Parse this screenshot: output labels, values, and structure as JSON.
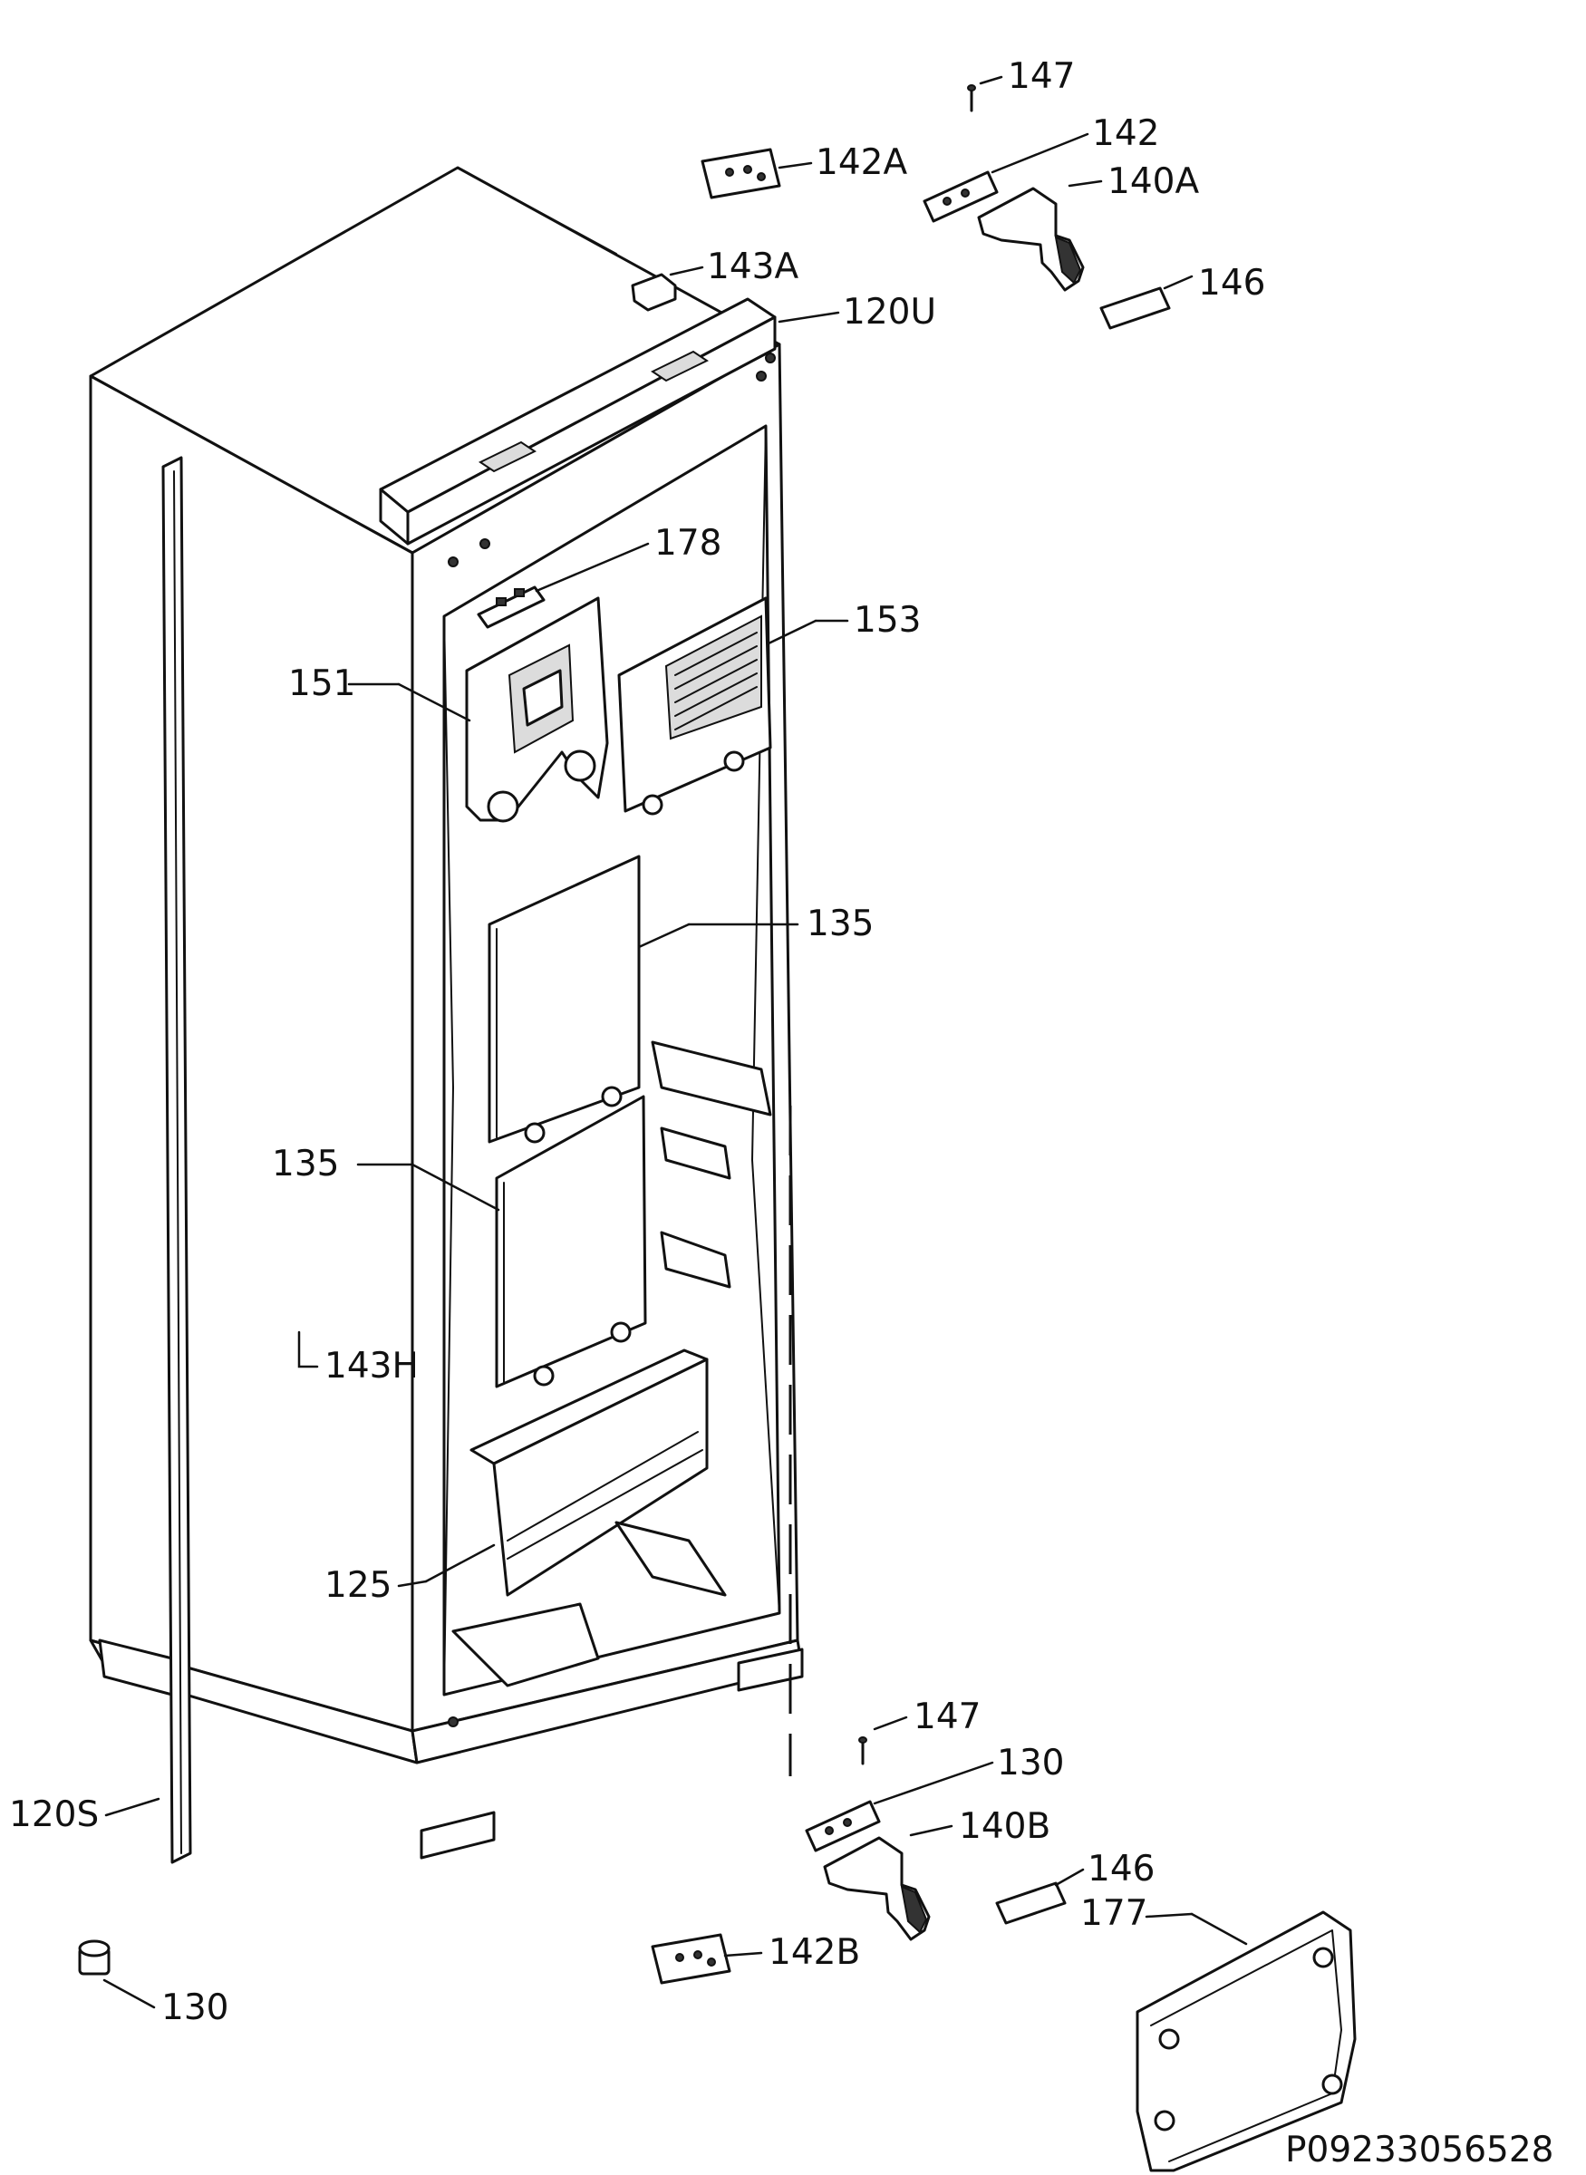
{
  "labels": {
    "p147_top": "147",
    "p142": "142",
    "p142A": "142A",
    "p140A": "140A",
    "p143A": "143A",
    "p146_top": "146",
    "p120U": "120U",
    "p178": "178",
    "p153": "153",
    "p151": "151",
    "p135_upper": "135",
    "p135_lower": "135",
    "p143H": "143H",
    "p125": "125",
    "p147_bottom": "147",
    "p130_hinge": "130",
    "p140B": "140B",
    "p146_bottom": "146",
    "p177": "177",
    "p120S": "120S",
    "p142B": "142B",
    "p130_foot": "130"
  },
  "drawing_code": "P09233056528"
}
